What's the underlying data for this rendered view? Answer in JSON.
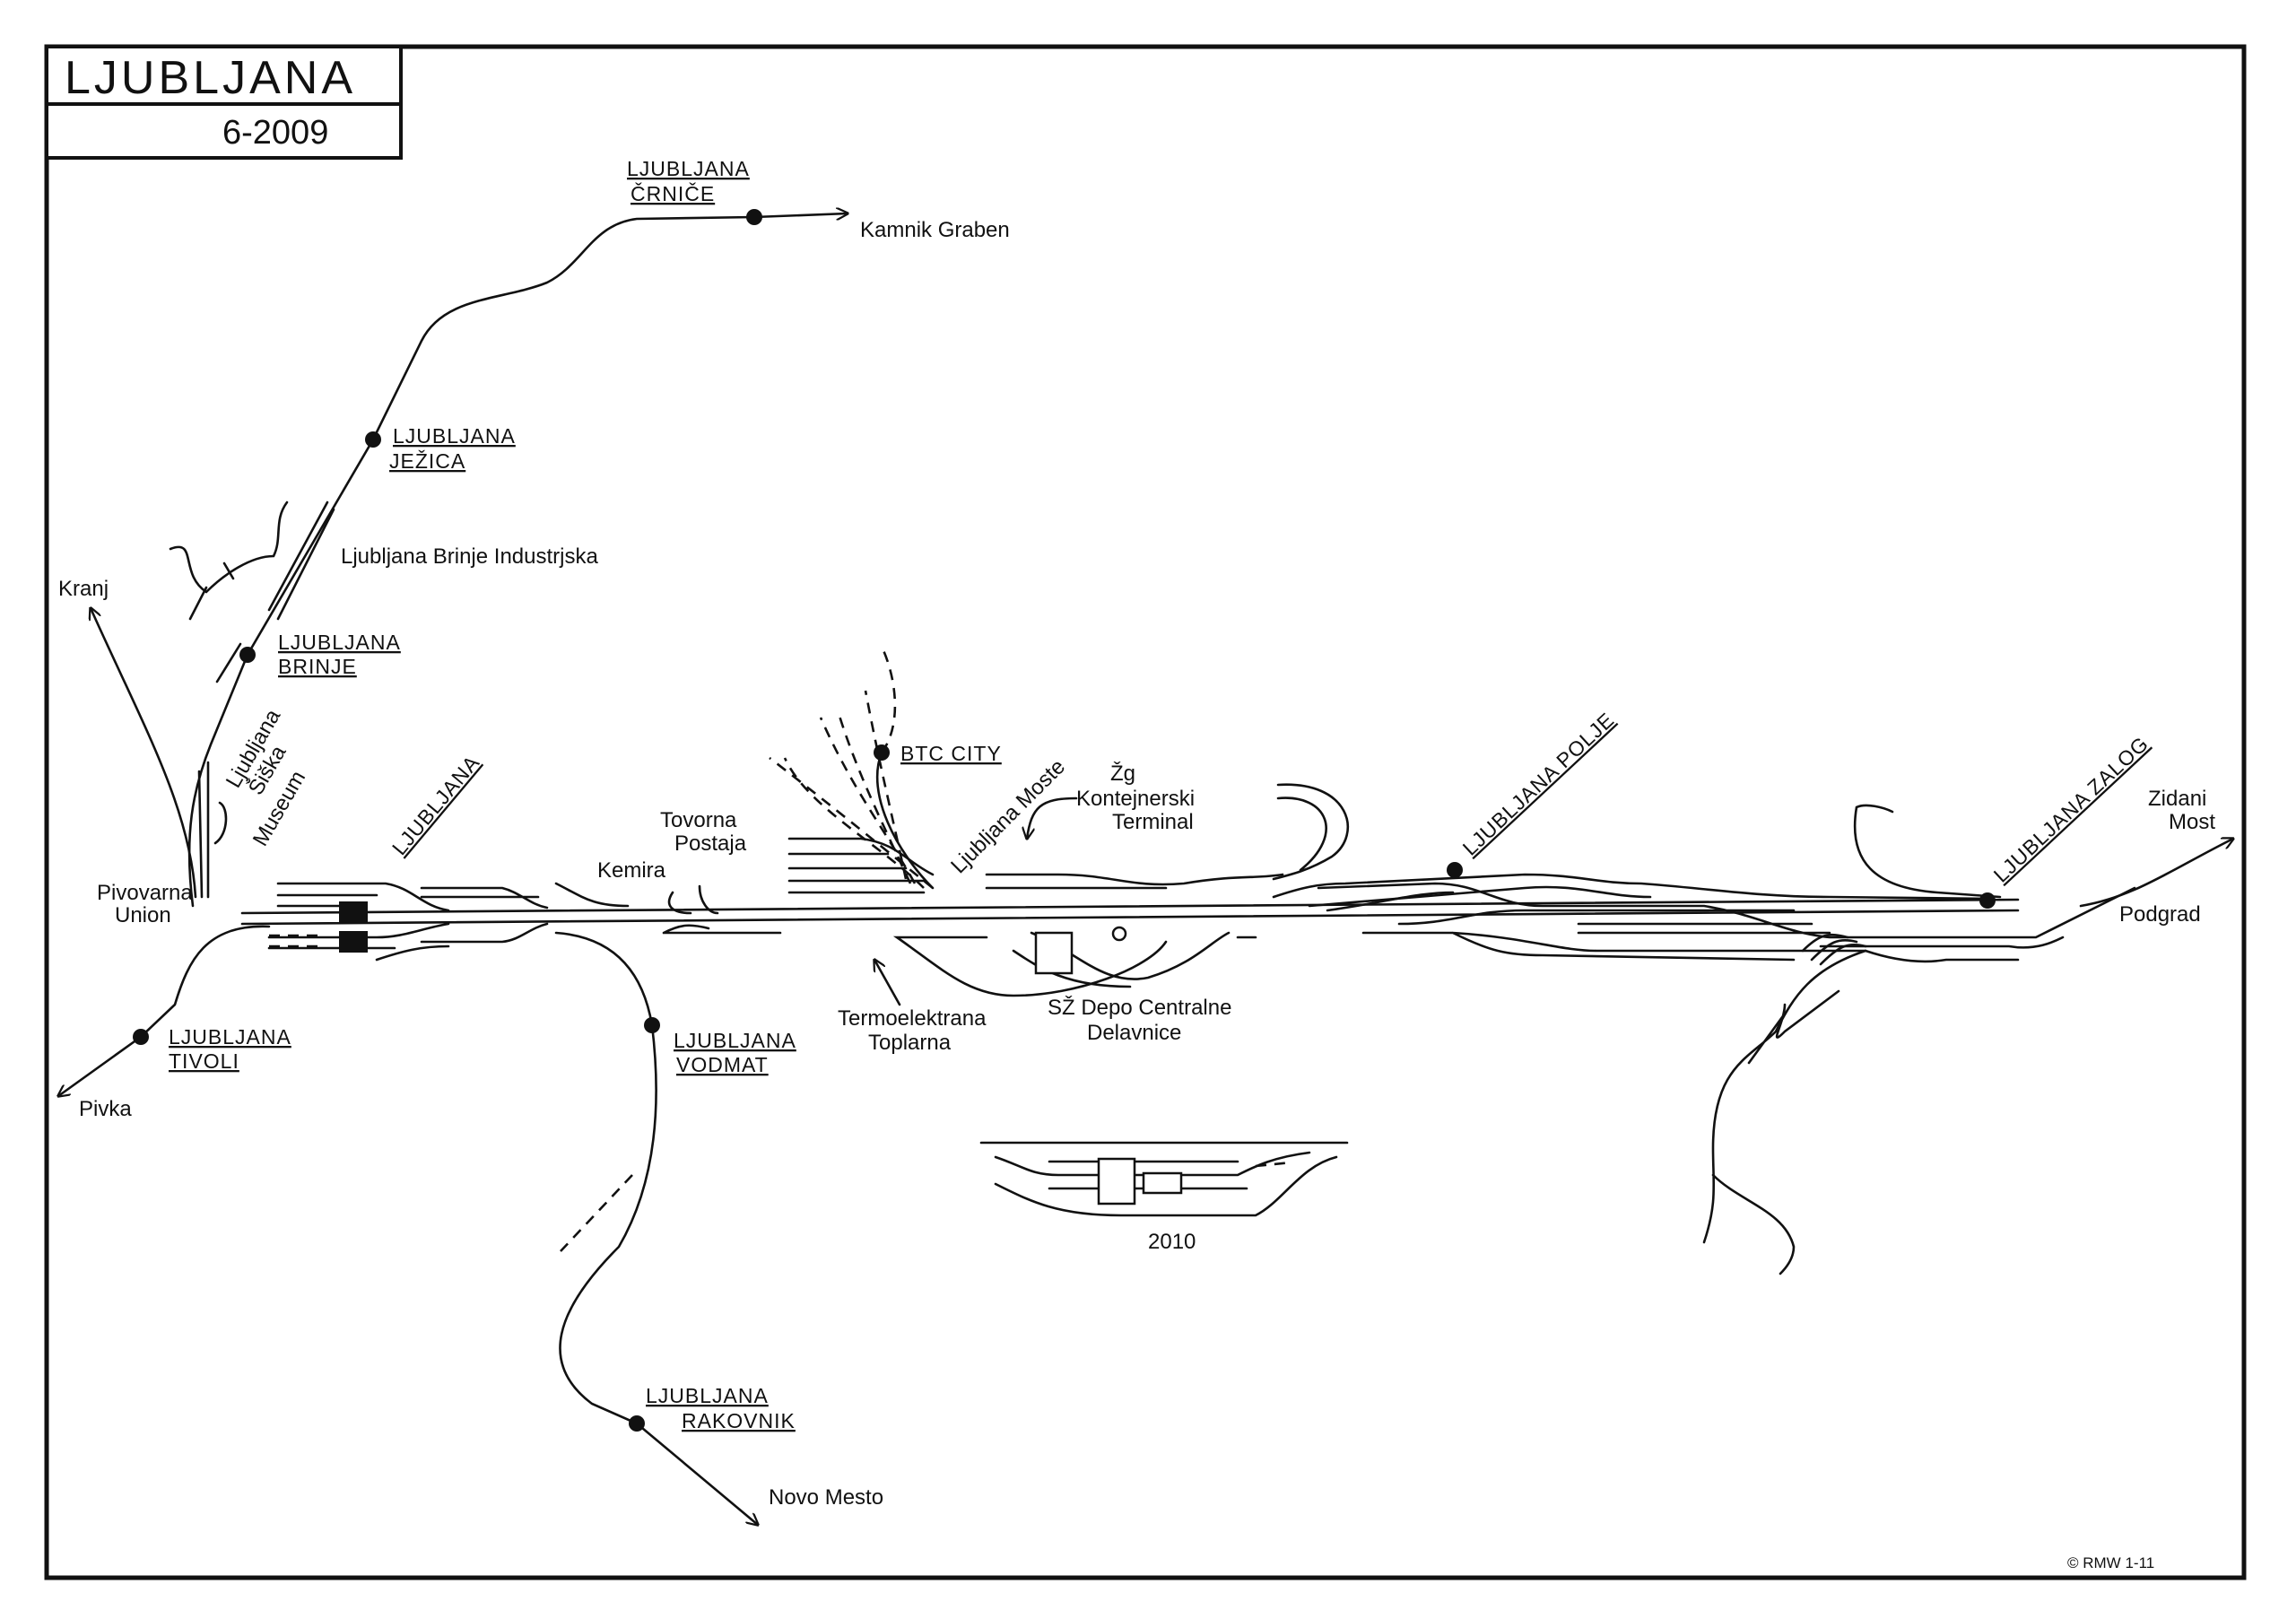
{
  "title": {
    "name": "LJUBLJANA",
    "date": "6-2009"
  },
  "stations": {
    "crnice": [
      "LJUBLJANA",
      "ČRNIČE"
    ],
    "jezica": [
      "LJUBLJANA",
      "JEŽICA"
    ],
    "brinje": [
      "LJUBLJANA",
      "BRINJE"
    ],
    "tivoli": [
      "LJUBLJANA",
      "TIVOLI"
    ],
    "vodmat": [
      "LJUBLJANA",
      "VODMAT"
    ],
    "rakovnik": [
      "LJUBLJANA",
      "RAKOVNIK"
    ],
    "main": "LJUBLJANA",
    "polje": "LJUBLJANA POLJE",
    "zalog": "LJUBLJANA ZALOG",
    "btc": "BTC CITY"
  },
  "destinations": {
    "kamnik": "Kamnik Graben",
    "kranj": "Kranj",
    "pivka": "Pivka",
    "novo_mesto": "Novo Mesto",
    "zidani_most": [
      "Zidani",
      "Most"
    ],
    "podgrad": "Podgrad"
  },
  "labels": {
    "brinje_ind": "Ljubljana Brinje Industrjska",
    "siska": [
      "Ljubljana",
      "Šiška"
    ],
    "museum": "Museum",
    "pivovarna": [
      "Pivovarna",
      "Union"
    ],
    "kemira": "Kemira",
    "tovorna": [
      "Tovorna",
      "Postaja"
    ],
    "moste": "Ljubljana Moste",
    "kontejnerski": [
      "Žg",
      "Kontejnerski",
      "Terminal"
    ],
    "termo": [
      "Termoelektrana",
      "Toplarna"
    ],
    "depo": [
      "SŽ Depo Centralne",
      "Delavnice"
    ],
    "inset_year": "2010",
    "copyright": "© RMW 1-11"
  }
}
